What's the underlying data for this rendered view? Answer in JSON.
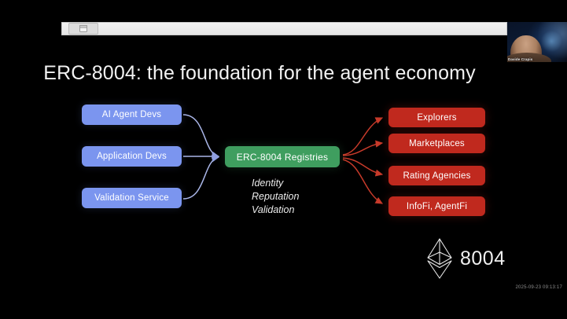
{
  "slide": {
    "title": "ERC-8004: the foundation for the agent economy",
    "background_color": "#000000",
    "left_nodes": [
      {
        "label": "AI Agent Devs"
      },
      {
        "label": "Application Devs"
      },
      {
        "label": "Validation Service"
      }
    ],
    "center_node": {
      "label": "ERC-8004 Registries",
      "color": "#3f9e5f"
    },
    "center_subtitle_lines": [
      "Identity",
      "Reputation",
      "Validation"
    ],
    "right_nodes": [
      {
        "label": "Explorers"
      },
      {
        "label": "Marketplaces"
      },
      {
        "label": "Rating Agencies"
      },
      {
        "label": "InfoFi, AgentFi"
      }
    ],
    "logo": {
      "icon": "ethereum-diamond-icon",
      "number": "8004"
    }
  },
  "toolbar": {
    "tab_icon": "browser-tab-icon"
  },
  "webcam": {
    "speaker_name": "Davide Crapis",
    "icon": "video-overlay"
  },
  "recording": {
    "timestamp": "2025-09-23 09:13:17"
  },
  "colors": {
    "blue": "#7b95ef",
    "green": "#3f9e5f",
    "red": "#c0291e",
    "arrow_blue": "#aab6e8",
    "arrow_red": "#c73a2a",
    "background": "#000000"
  }
}
